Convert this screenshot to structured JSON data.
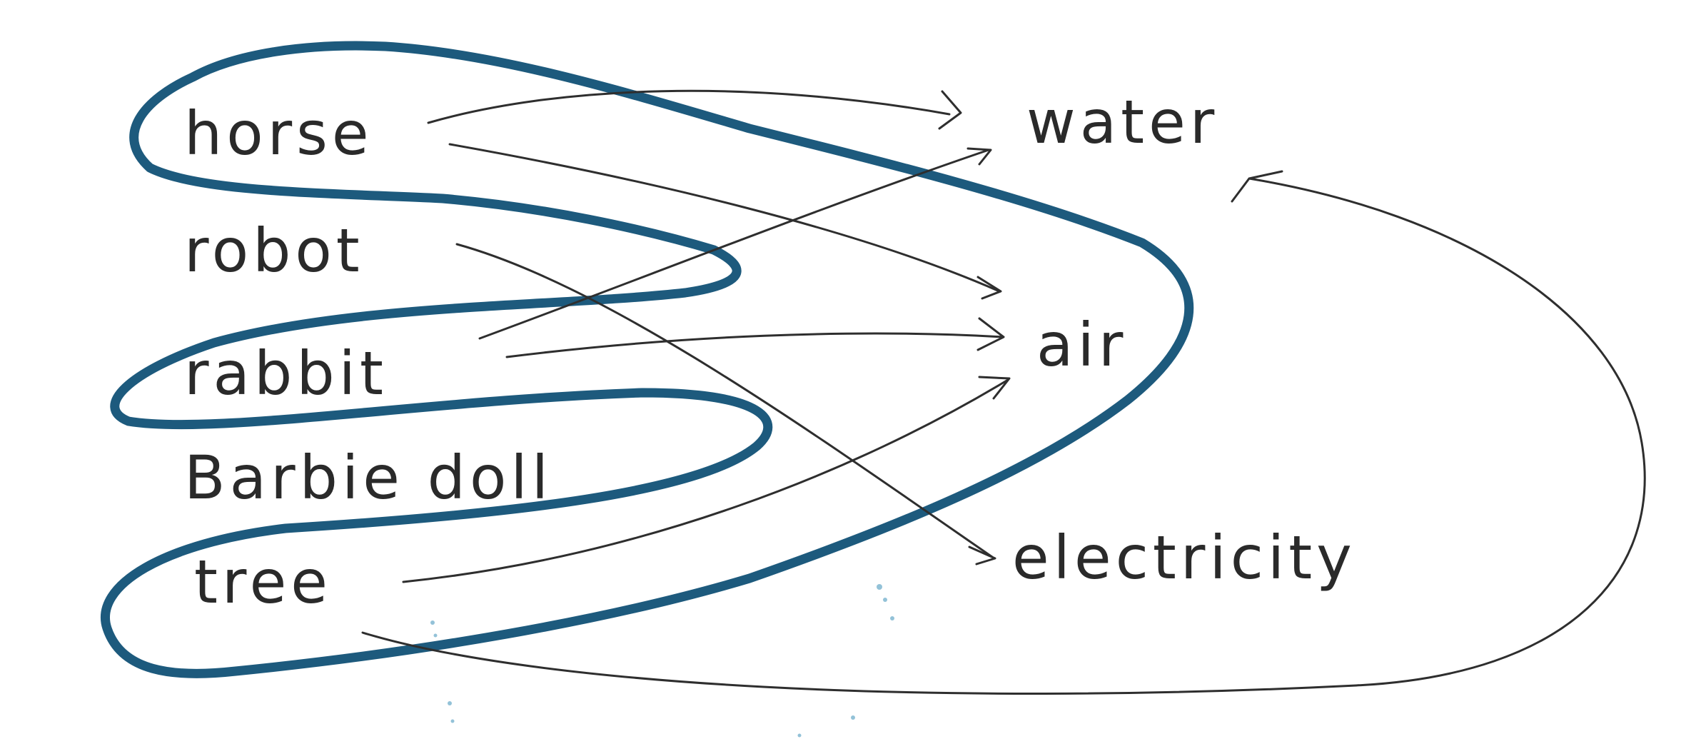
{
  "diagram": {
    "left_items": [
      "horse",
      "robot",
      "rabbit",
      "Barbie doll",
      "tree"
    ],
    "right_items": [
      "water",
      "air",
      "electricity"
    ],
    "grouped_items": [
      "horse",
      "rabbit",
      "tree"
    ],
    "relations": [
      {
        "from": "horse",
        "to": "water"
      },
      {
        "from": "horse",
        "to": "air"
      },
      {
        "from": "robot",
        "to": "electricity"
      },
      {
        "from": "rabbit",
        "to": "water"
      },
      {
        "from": "rabbit",
        "to": "air"
      },
      {
        "from": "tree",
        "to": "air"
      },
      {
        "from": "tree",
        "to": "water"
      }
    ],
    "colors": {
      "ink": "#2e2e2e",
      "loop": "#1d5a7d"
    }
  }
}
